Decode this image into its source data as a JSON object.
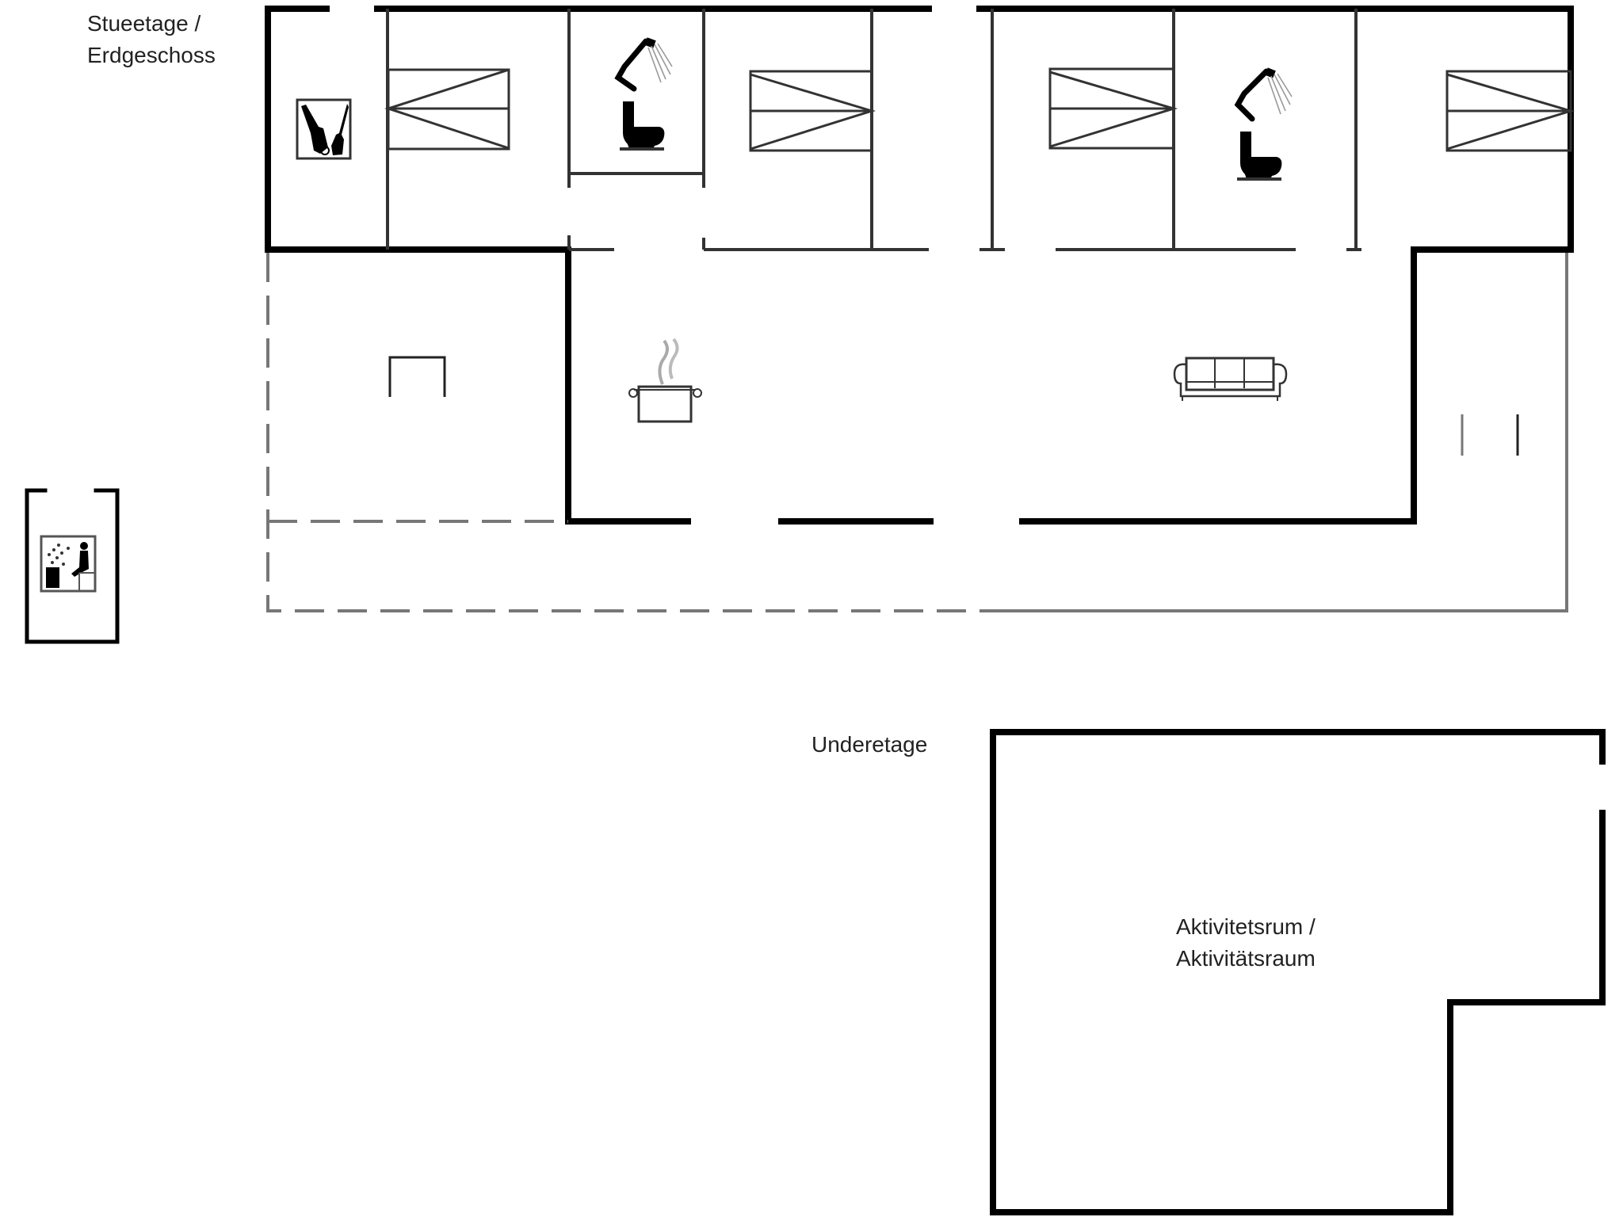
{
  "floors": [
    {
      "label_line1": "Stueetage /",
      "label_line2": "Erdgeschoss"
    },
    {
      "label": "Underetage",
      "rooms": [
        {
          "label_line1": "Aktivitetsrum /",
          "label_line2": "Aktivitätsraum"
        }
      ]
    }
  ],
  "icons": {
    "utility": "washing-icon",
    "bathroom_1": [
      "shower-icon",
      "toilet-icon"
    ],
    "bathroom_2": [
      "shower-icon",
      "toilet-icon"
    ],
    "bedrooms": [
      "double-bed-icon",
      "double-bed-icon",
      "double-bed-icon",
      "double-bed-icon"
    ],
    "kitchen": "cooking-pot-icon",
    "living": "sofa-icon",
    "sauna": "sauna-icon"
  },
  "colors": {
    "wall": "#000000",
    "inner_wall": "#333333",
    "outline_gray": "#777777",
    "steam": "#aaaaaa",
    "background": "#ffffff"
  }
}
